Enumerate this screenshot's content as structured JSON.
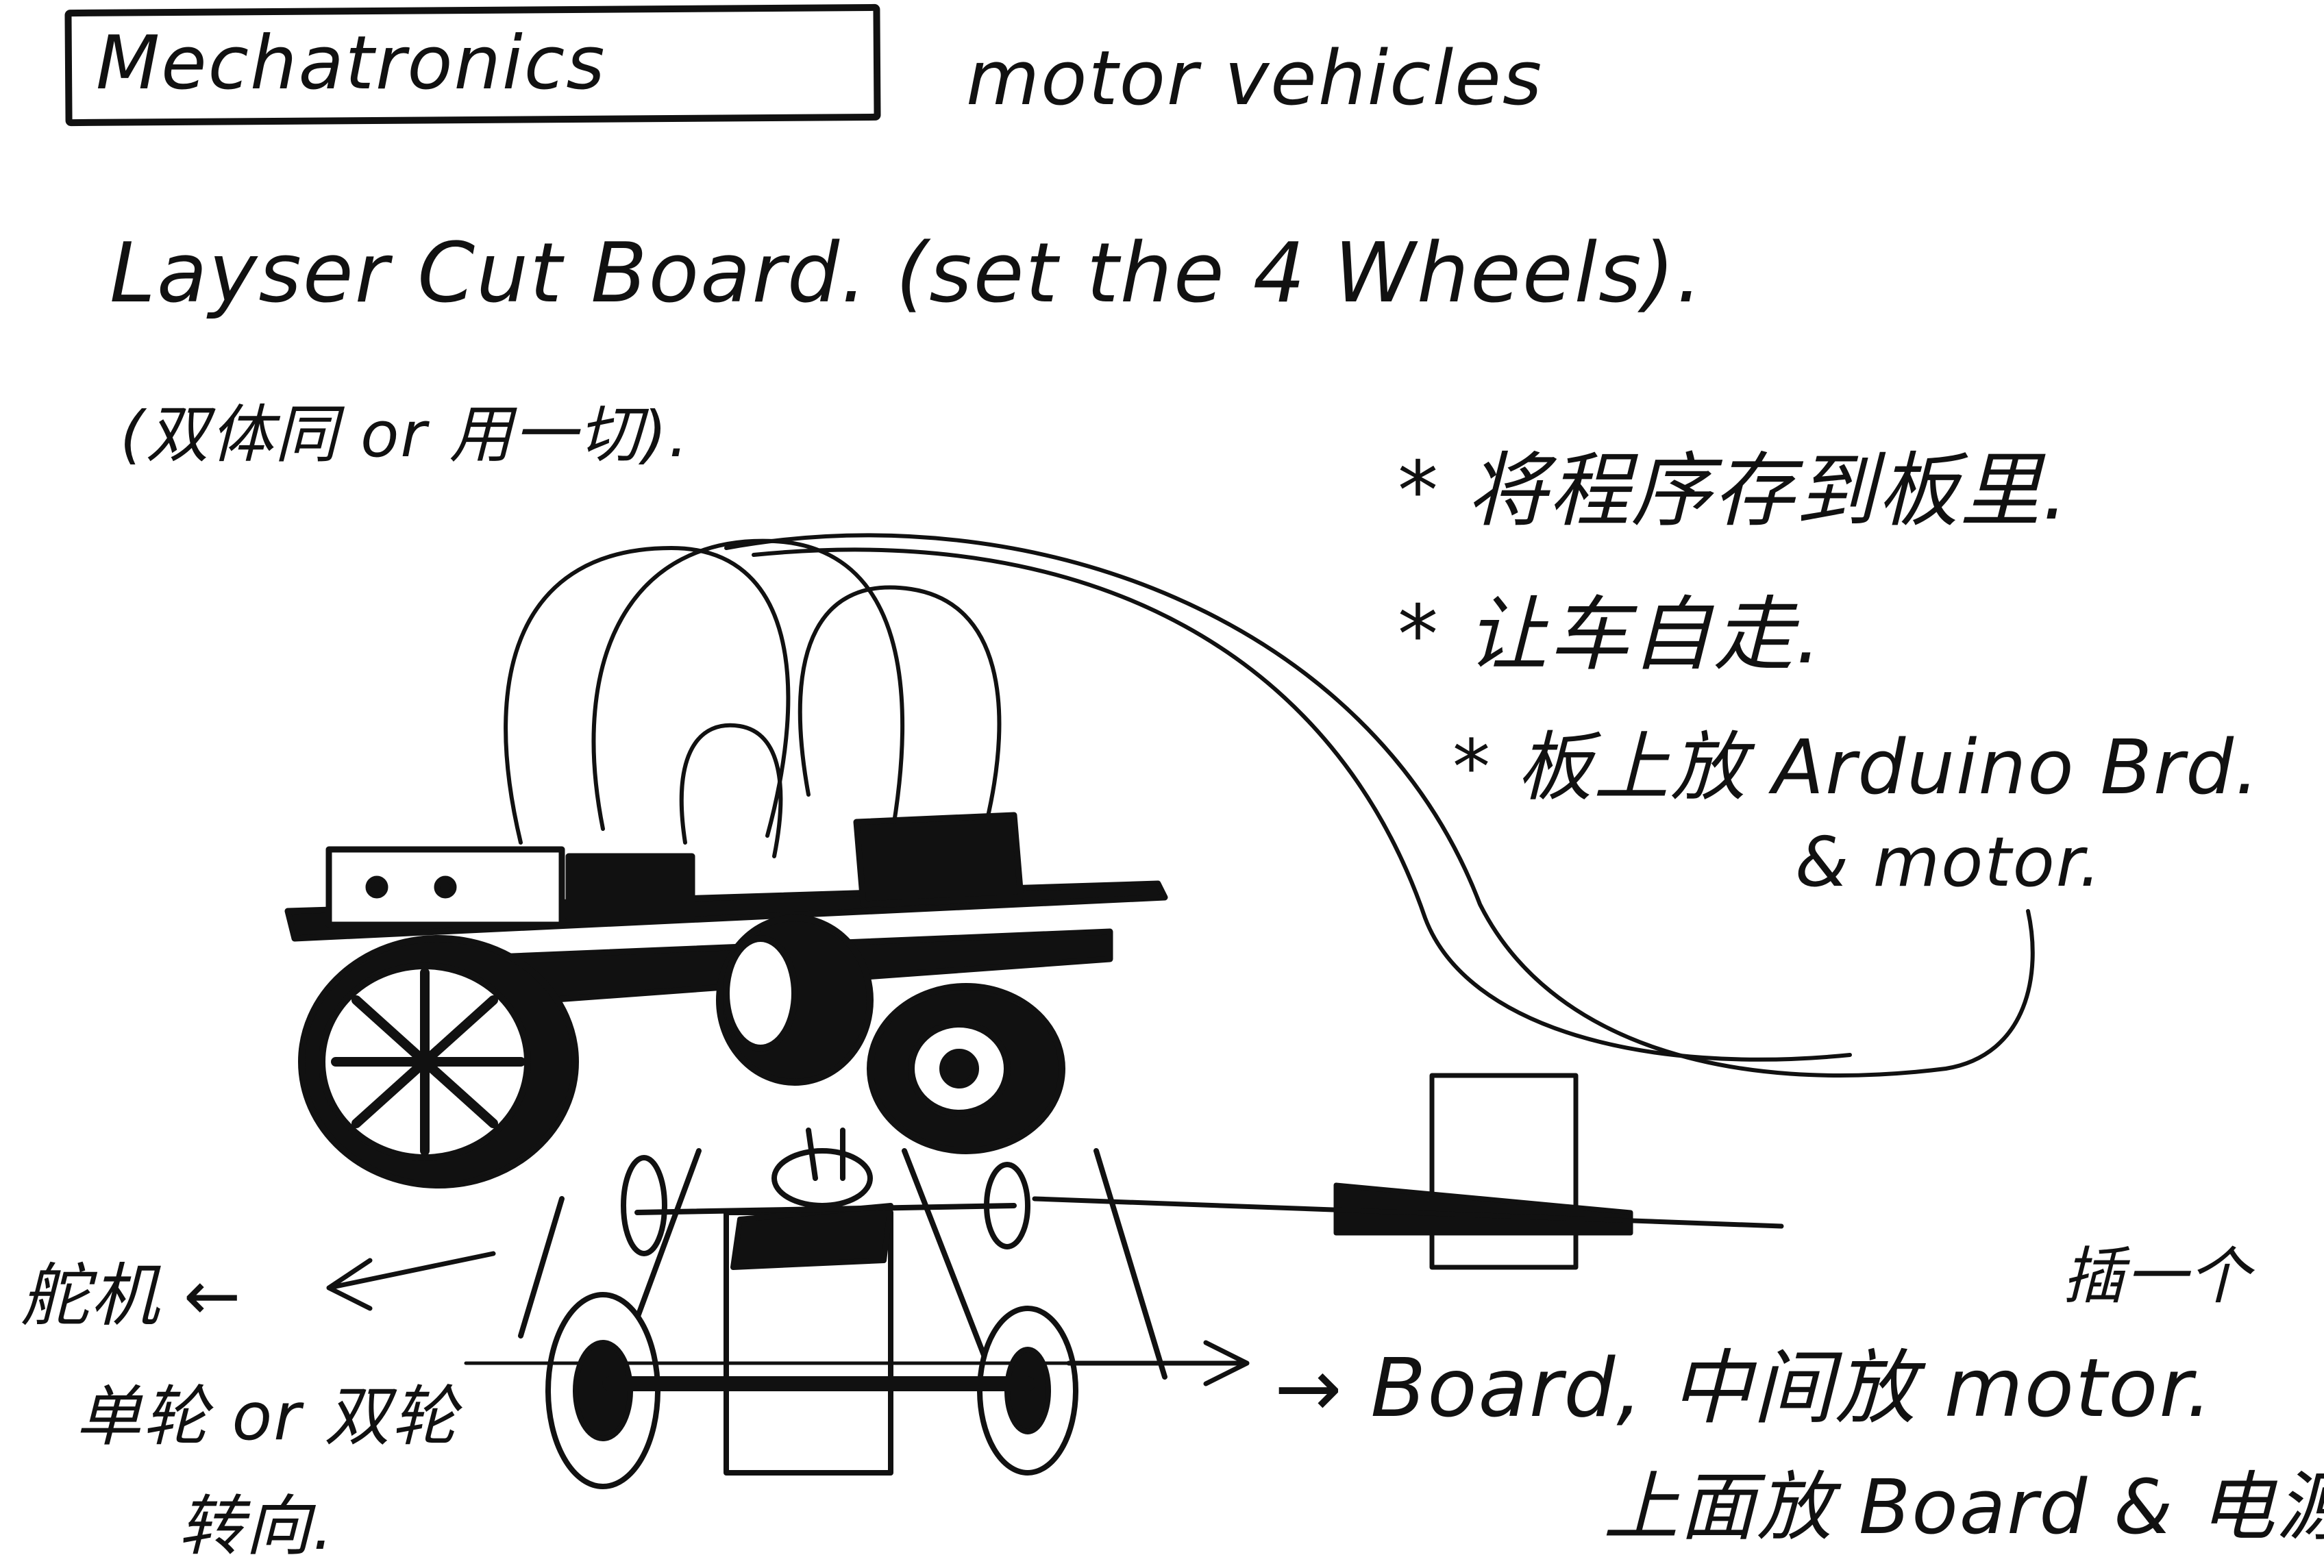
{
  "title": "Mechatronics",
  "subtitle": "motor vehicles",
  "laser_line": "Layser Cut Board. (set the 4 Wheels).",
  "cn_material_note": "(双体同 or 用一切).",
  "notes": [
    "* 将程序存到板里.",
    "* 让车自走.",
    "* 板上放 Arduino Brd.",
    "& motor."
  ],
  "left_labels": [
    "舵机 ←",
    "单轮 or 双轮",
    "转向."
  ],
  "plug_label": "插一个",
  "board_label": "→ Board, 中间放 motor.",
  "board_label_2": "上面放 Board & 电源",
  "ink_color": "#111111",
  "paper_color": "#ffffff"
}
